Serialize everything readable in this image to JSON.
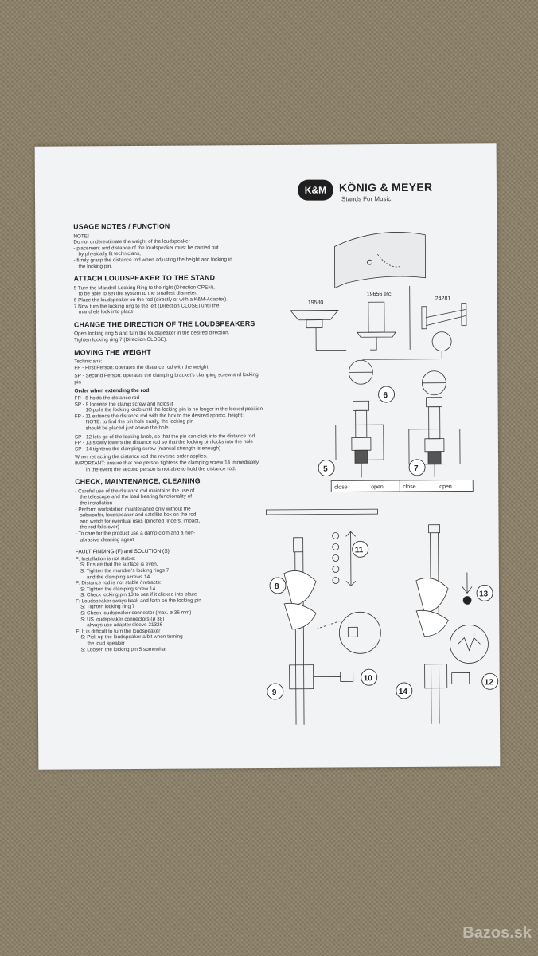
{
  "header": {
    "logo_mark": "K&M",
    "brand": "KÖNIG & MEYER",
    "tagline": "Stands For Music"
  },
  "usage": {
    "title": "USAGE NOTES / FUNCTION",
    "lines": [
      "NOTE!",
      "Do not underestimate the weight of the loudspeaker",
      "- placement and distance of the loudspeaker must be carried out",
      "  by physically fit technicians,",
      "- firmly grasp the distance rod when adjusting the height and locking in",
      "  the locking pin."
    ]
  },
  "attach": {
    "title": "ATTACH LOUDSPEAKER TO THE STAND",
    "lines": [
      "5 Turn the Mandrel Locking Ring to the right (Direction OPEN),",
      "  to be able to set the system to the smallest diameter.",
      "6 Place the loudspeaker on the rod (directly or with a K&M-Adapter).",
      "7 Now turn the locking ring to the left (Direction CLOSE) until the",
      "  mandrels lock into place."
    ]
  },
  "direction": {
    "title": "CHANGE THE DIRECTION OF THE LOUDSPEAKERS",
    "lines": [
      "Open locking ring 5 and turn the loudspeaker in the desired direction.",
      "Tighten locking ring 7 (Direction CLOSE)."
    ]
  },
  "weight": {
    "title": "MOVING THE WEIGHT",
    "technicians_label": "Technicians:",
    "fp_def": "FP - First Person: operates the distance rod with the weight",
    "sp_def": "SP - Second Person: operates the clamping bracket's clamping screw and locking pin",
    "order_title": "Order when extending the rod:",
    "steps": [
      "FP -  8 holds the distance rod",
      "SP -  9 loosens the clamp screw and holds it",
      "10 pulls the locking knob until the locking pin is no longer in the locked position",
      "FP - 11 extends the distance rod with the box to the desired approx. height;",
      "NOTE: to find the pin hole easily, the locking pin",
      "should be placed just above the hole",
      "SP - 12 lets go of the locking knob, so that the pin can click into the distance rod",
      "FP - 13 slowly lowers the distance rod so that the locking pin locks into the hole",
      "SP - 14 tightens the clamping screw (manual strength is enough)"
    ],
    "retract": "When retracting the distance rod the reverse order applies.",
    "important": "IMPORTANT: ensure that one person tightens the clamping screw 14 immediately",
    "important2": "in the event the second person is not able to hold the distance rod."
  },
  "check": {
    "title": "CHECK, MAINTENANCE, CLEANING",
    "lines": [
      "- Careful use of the distance rod maintains the use of",
      "  the telescope and the load bearing functionality of",
      "  the installation",
      "- Perform workstation maintenance only without the",
      "  subwoofer, loudspeaker and satellite box on the rod",
      "  and watch for eventual risks (pinched fingers, impact,",
      "  the rod falls over)",
      "- To care for the product use a damp cloth and a non-",
      "  abrasive cleaning agent"
    ]
  },
  "fault": {
    "title": "FAULT FINDING (F) and SOLUTION (S)",
    "lines": [
      "F: Installation is not stable:",
      "   S: Ensure that the surface is even.",
      "   S: Tighten the mandrel's locking rings 7",
      "      and the clamping screws 14",
      "F: Distance rod is not stable / retracts:",
      "   S: Tighten the clamping screw 14",
      "   S: Check locking pin 13 to see if it clicked into place",
      "F: Loudspeaker sways back and forth on the locking pin",
      "   S: Tighten locking ring 7",
      "   S: Check loudspeaker connector (max. ø 36 mm)",
      "   S: US loudspeaker connectors (ø 38)",
      "      always use adapter sleeve 21326",
      "F: It is difficult to turn the loudspeaker",
      "   S: Pick up the loudspeaker a bit when turning",
      "      the loud speaker",
      "   S: Loosen the locking pin 5 somewhat"
    ]
  },
  "diagram": {
    "part_labels": [
      "19580",
      "19656 etc.",
      "24281"
    ],
    "close_label": "close",
    "open_label": "open",
    "step_numbers": [
      "5",
      "6",
      "7",
      "8",
      "9",
      "10",
      "11",
      "12",
      "13",
      "14"
    ]
  },
  "watermark": "Bazos.sk"
}
